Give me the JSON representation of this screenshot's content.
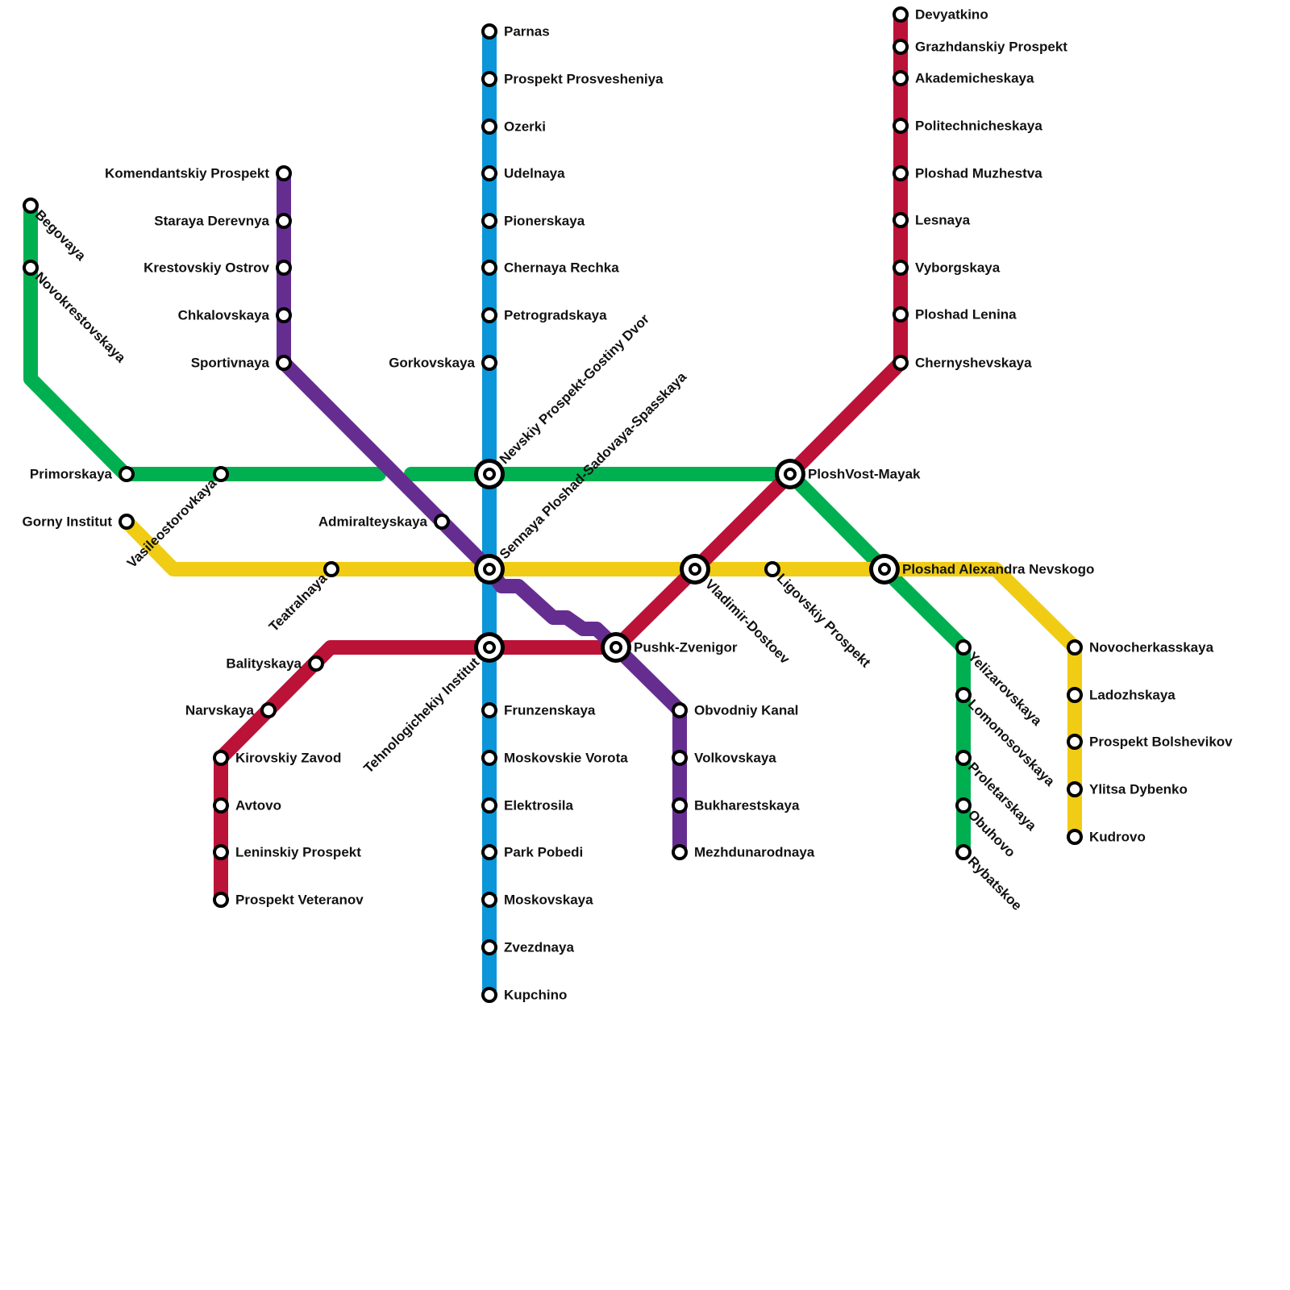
{
  "lines": [
    {
      "id": "blue",
      "color": "#0a96d8",
      "stations": [
        "parnas",
        "prosvesh",
        "ozerki",
        "udelnaya",
        "pionerskaya",
        "chernaya",
        "petrogradskaya",
        "gorkovskaya",
        "nevskiy",
        "sennaya",
        "tehno",
        "frunzenskaya",
        "moskvorota",
        "elektrosila",
        "parkpobedi",
        "moskovskaya",
        "zvezdnaya",
        "kupchino"
      ]
    },
    {
      "id": "green",
      "color": "#00b050",
      "stations": [
        "begovaya",
        "novokrest",
        "primorskaya",
        "vasileo",
        "nevskiy",
        "ploshvost",
        "pan",
        "yelizar",
        "lomonos",
        "proletar",
        "obuhovo",
        "rybatskoe"
      ]
    },
    {
      "id": "yellow",
      "color": "#f0cc14",
      "stations": [
        "gorny",
        "teatralnaya",
        "sennaya",
        "vladimir",
        "ligovskiy",
        "pan",
        "novocherk",
        "ladozh",
        "bolshevikov",
        "dybenko",
        "kudrovo"
      ]
    },
    {
      "id": "red",
      "color": "#bb1238",
      "stations": [
        "devyatkino",
        "grazhdanskiy",
        "akadem",
        "politech",
        "muzhestva",
        "lesnaya",
        "vyborgskaya",
        "lenina",
        "chernyshev",
        "ploshvost",
        "vladimir",
        "pushk",
        "tehno",
        "balityskaya",
        "narvskaya",
        "kirovskiy",
        "avtovo",
        "leninskiy",
        "veteranov"
      ]
    },
    {
      "id": "purple",
      "color": "#662d91",
      "stations": [
        "komendantskiy",
        "staraya",
        "krestovskiy",
        "chkalovskaya",
        "sportivnaya",
        "admiralteyskaya",
        "sennaya",
        "pushk",
        "obvodniy",
        "volkovskaya",
        "bukharest",
        "mezhdunar"
      ]
    }
  ],
  "stations": {
    "parnas": "Parnas",
    "prosvesh": "Prospekt Prosvesheniya",
    "ozerki": "Ozerki",
    "udelnaya": "Udelnaya",
    "pionerskaya": "Pionerskaya",
    "chernaya": "Chernaya Rechka",
    "petrogradskaya": "Petrogradskaya",
    "gorkovskaya": "Gorkovskaya",
    "nevskiy": "Nevskiy Prospekt-Gostiny Dvor",
    "sennaya": "Sennaya Ploshad-Sadovaya-Spasskaya",
    "tehno": "Tehnologichekiy Institut",
    "frunzenskaya": "Frunzenskaya",
    "moskvorota": "Moskovskie Vorota",
    "elektrosila": "Elektrosila",
    "parkpobedi": "Park Pobedi",
    "moskovskaya": "Moskovskaya",
    "zvezdnaya": "Zvezdnaya",
    "kupchino": "Kupchino",
    "begovaya": "Begovaya",
    "novokrest": "Novokrestovskaya",
    "primorskaya": "Primorskaya",
    "vasileo": "Vasileostorovkaya",
    "ploshvost": "PloshVost-Mayak",
    "pan": "Ploshad Alexandra Nevskogo",
    "yelizar": "Yelizarovskaya",
    "lomonos": "Lomonosovskaya",
    "proletar": "Proletarskaya",
    "obuhovo": "Obuhovo",
    "rybatskoe": "Rybatskoe",
    "gorny": "Gorny Institut",
    "teatralnaya": "Teatralnaya",
    "vladimir": "Vladimir-Dostoev",
    "ligovskiy": "Ligovskiy Prospekt",
    "novocherk": "Novocherkasskaya",
    "ladozh": "Ladozhskaya",
    "bolshevikov": "Prospekt Bolshevikov",
    "dybenko": "Ylitsa Dybenko",
    "kudrovo": "Kudrovo",
    "devyatkino": "Devyatkino",
    "grazhdanskiy": "Grazhdanskiy Prospekt",
    "akadem": "Akademicheskaya",
    "politech": "Politechnicheskaya",
    "muzhestva": "Ploshad Muzhestva",
    "lesnaya": "Lesnaya",
    "vyborgskaya": "Vyborgskaya",
    "lenina": "Ploshad Lenina",
    "chernyshev": "Chernyshevskaya",
    "pushk": "Pushk-Zvenigor",
    "balityskaya": "Balityskaya",
    "narvskaya": "Narvskaya",
    "kirovskiy": "Kirovskiy Zavod",
    "avtovo": "Avtovo",
    "leninskiy": "Leninskiy Prospekt",
    "veteranov": "Prospekt Veteranov",
    "komendantskiy": "Komendantskiy Prospekt",
    "staraya": "Staraya Derevnya",
    "krestovskiy": "Krestovskiy Ostrov",
    "chkalovskaya": "Chkalovskaya",
    "sportivnaya": "Sportivnaya",
    "admiralteyskaya": "Admiralteyskaya",
    "obvodniy": "Obvodniy Kanal",
    "volkovskaya": "Volkovskaya",
    "bukharest": "Bukharestskaya",
    "mezhdunar": "Mezhdunarodnaya"
  }
}
